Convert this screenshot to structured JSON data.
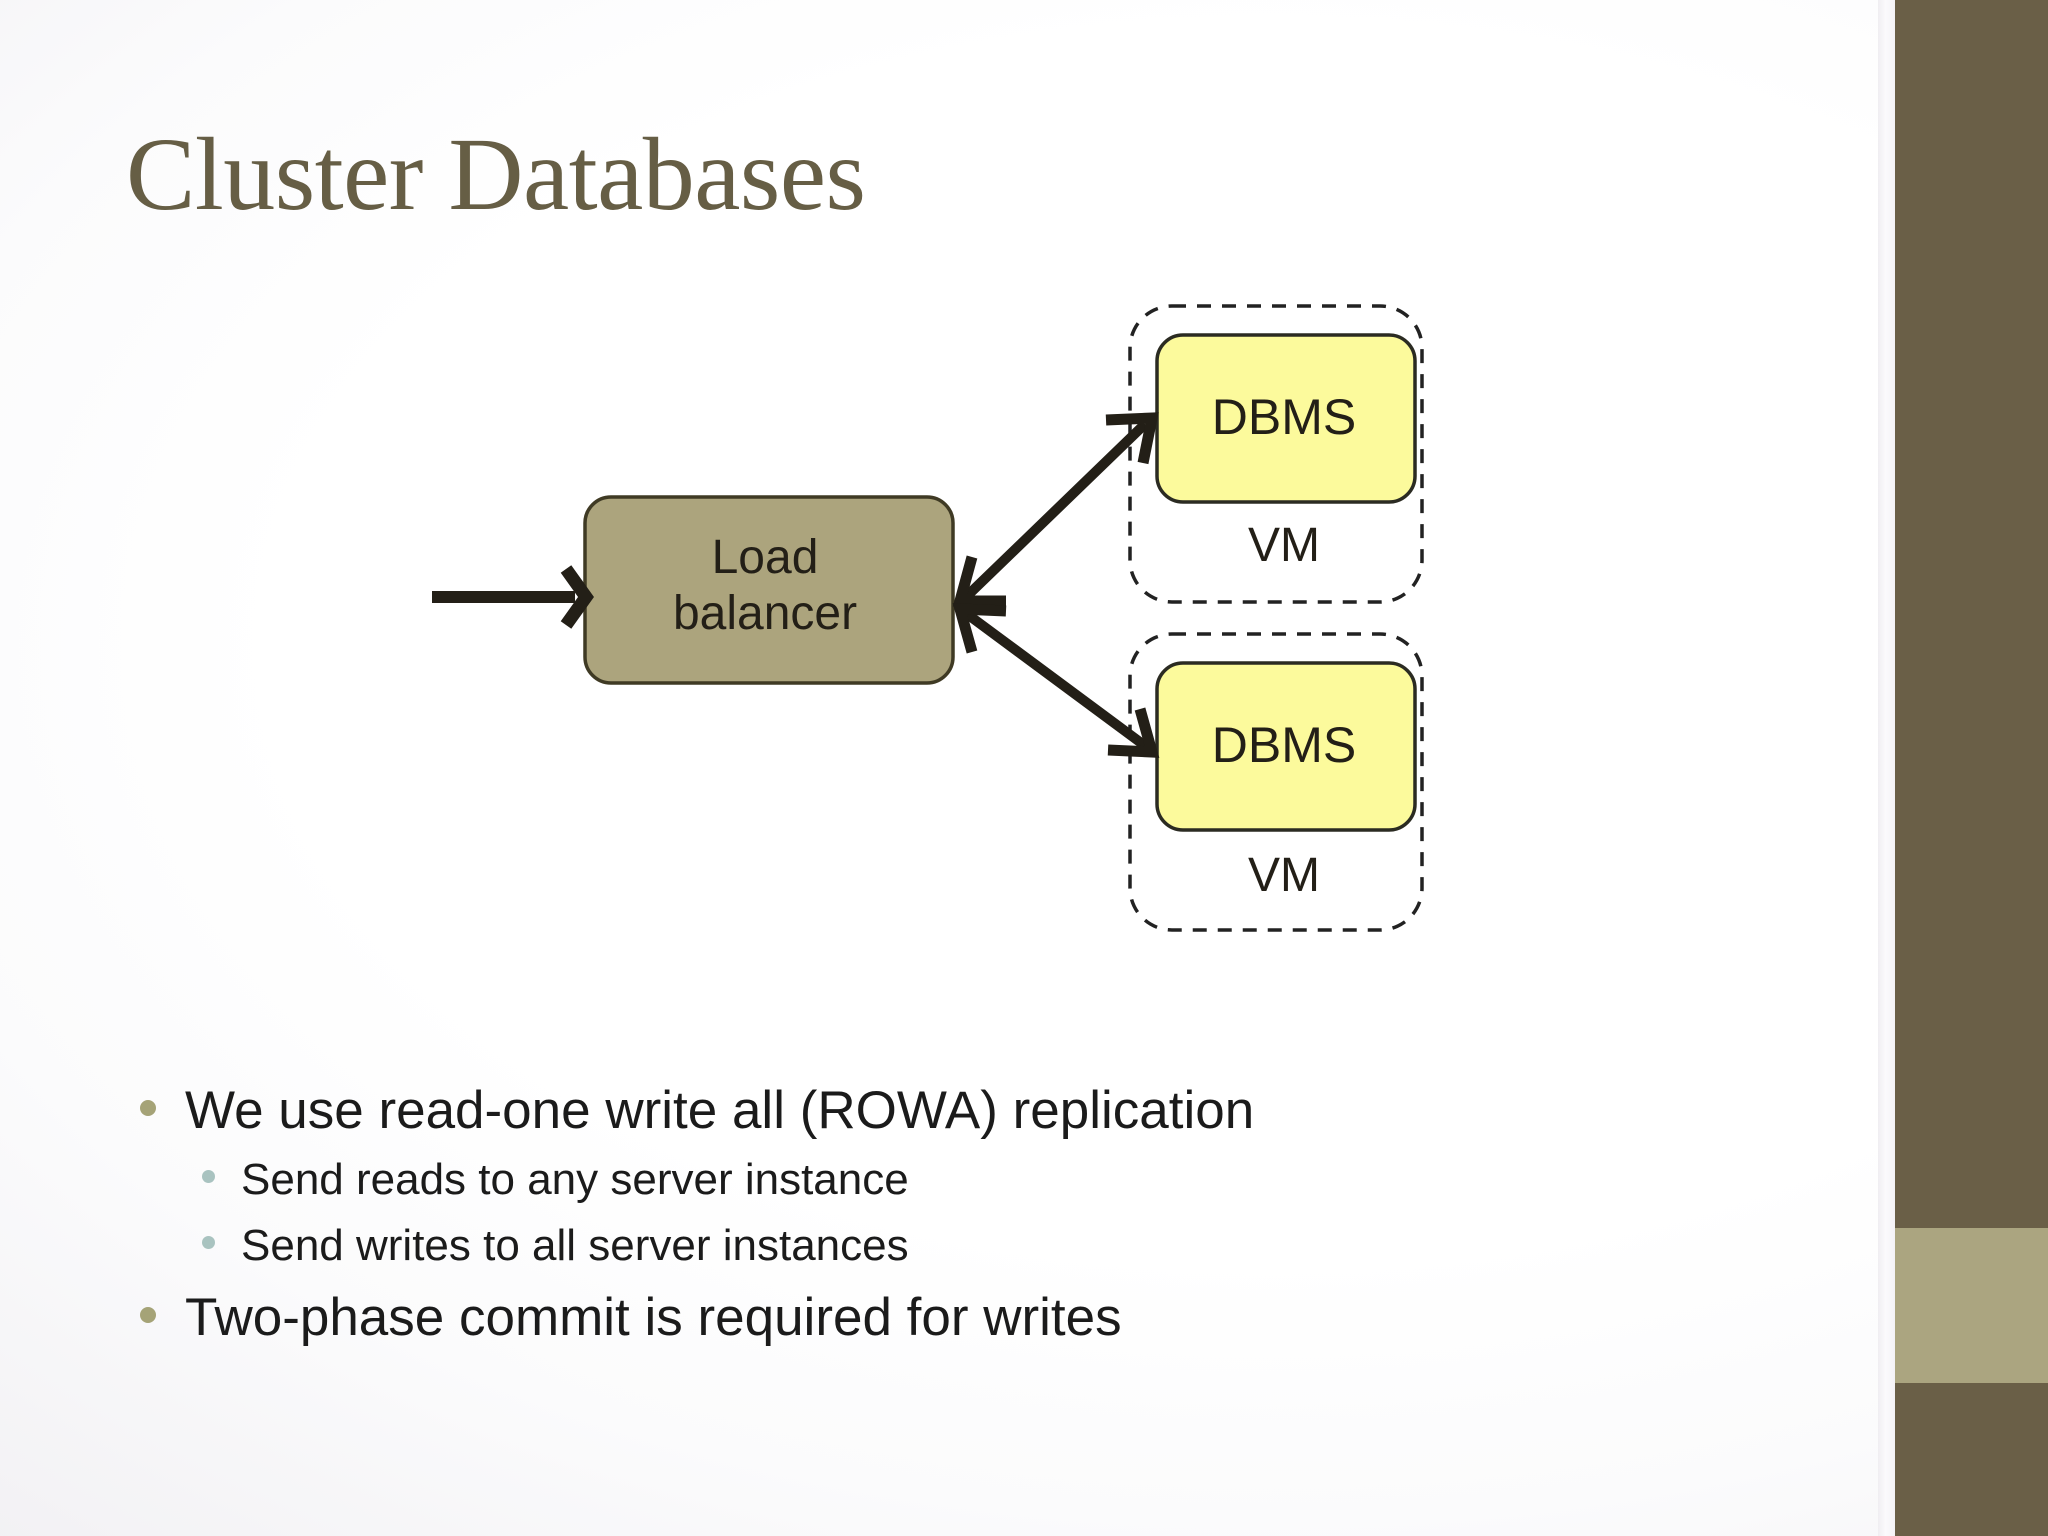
{
  "slide": {
    "title": "Cluster Databases",
    "title_color": "#665E45",
    "background": "#ffffff"
  },
  "diagram": {
    "type": "flow-diagram",
    "nodes": [
      {
        "id": "load-balancer",
        "label": "Load\nbalancer",
        "shape": "rounded-rect",
        "fill": "#ACA47D",
        "stroke": "#3f3a24"
      },
      {
        "id": "vm-1",
        "label": "VM",
        "shape": "dashed-rounded-rect",
        "fill": "#ffffff",
        "stroke": "#222222"
      },
      {
        "id": "dbms-1",
        "label": "DBMS",
        "shape": "rounded-rect",
        "fill": "#FCFA9C",
        "stroke": "#2b2b22"
      },
      {
        "id": "vm-2",
        "label": "VM",
        "shape": "dashed-rounded-rect",
        "fill": "#ffffff",
        "stroke": "#222222"
      },
      {
        "id": "dbms-2",
        "label": "DBMS",
        "shape": "rounded-rect",
        "fill": "#FCFA9C",
        "stroke": "#2b2b22"
      }
    ],
    "edges": [
      {
        "id": "client-in",
        "from": "client",
        "to": "load-balancer",
        "heads": "single",
        "color": "#231f17"
      },
      {
        "id": "lb-dbms1",
        "from": "load-balancer",
        "to": "dbms-1",
        "heads": "double",
        "color": "#231f17"
      },
      {
        "id": "lb-dbms2",
        "from": "load-balancer",
        "to": "dbms-2",
        "heads": "double",
        "color": "#231f17"
      }
    ]
  },
  "bullets": [
    {
      "level": 1,
      "text": "We use read-one write all (ROWA) replication"
    },
    {
      "level": 2,
      "text": "Send reads to any server instance"
    },
    {
      "level": 2,
      "text": "Send writes to all server instances"
    },
    {
      "level": 1,
      "text": "Two-phase commit is required for writes"
    }
  ],
  "sidebar": {
    "segments": [
      {
        "name": "upper-dark-band",
        "color": "#6a5f47"
      },
      {
        "name": "light-accent-band",
        "color": "#aba580"
      },
      {
        "name": "lower-dark-band",
        "color": "#6a5f47"
      }
    ]
  }
}
